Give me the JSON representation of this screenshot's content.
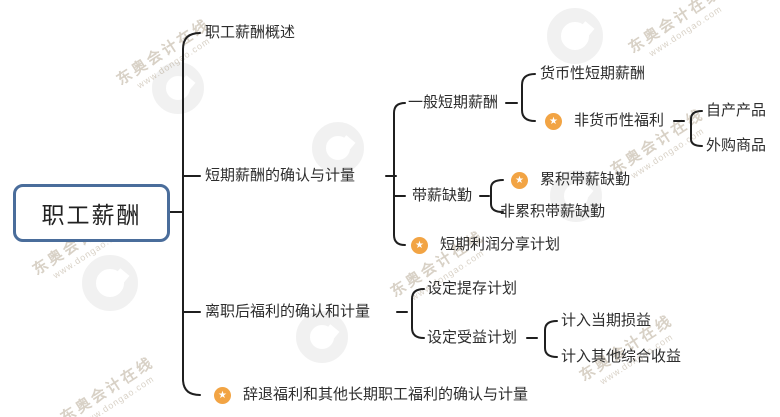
{
  "root": {
    "label": "职工薪酬"
  },
  "branches": [
    {
      "label": "职工薪酬概述"
    },
    {
      "label": "短期薪酬的确认与计量",
      "children": [
        {
          "label": "一般短期薪酬",
          "children": [
            {
              "label": "货币性短期薪酬"
            },
            {
              "label": "非货币性福利",
              "starred": true,
              "children": [
                {
                  "label": "自产产品"
                },
                {
                  "label": "外购商品"
                }
              ]
            }
          ]
        },
        {
          "label": "带薪缺勤",
          "children": [
            {
              "label": "累积带薪缺勤",
              "starred": true
            },
            {
              "label": "非累积带薪缺勤"
            }
          ]
        },
        {
          "label": "短期利润分享计划",
          "starred": true
        }
      ]
    },
    {
      "label": "离职后福利的确认和计量",
      "children": [
        {
          "label": "设定提存计划"
        },
        {
          "label": "设定受益计划",
          "children": [
            {
              "label": "计入当期损益"
            },
            {
              "label": "计入其他综合收益"
            }
          ]
        }
      ]
    },
    {
      "label": "辞退福利和其他长期职工福利的确认与计量",
      "starred": true
    }
  ],
  "icons": {
    "star": "★"
  },
  "watermark": {
    "brand": "东奥会计在线",
    "url": "www.dongao.com"
  },
  "colors": {
    "line": "#1f1f1f",
    "root_border": "#4a6d9b",
    "star_badge": "#f2a444",
    "text": "#2d2d2d"
  }
}
